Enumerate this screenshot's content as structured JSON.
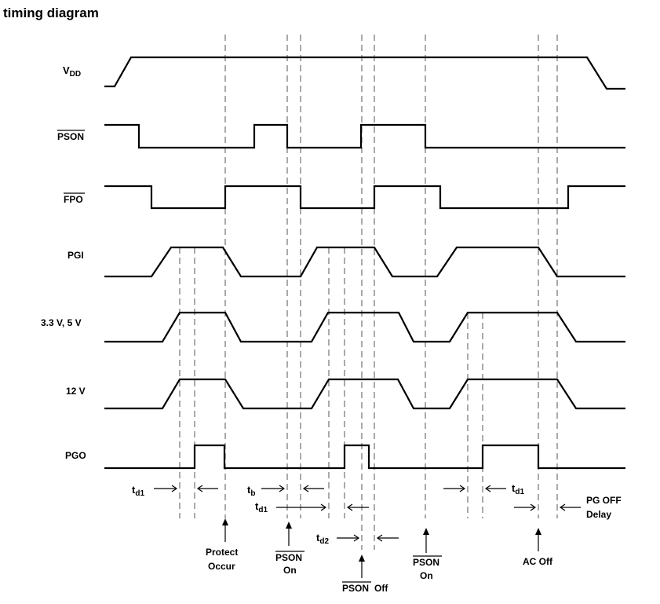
{
  "title": "timing diagram",
  "signals": {
    "vdd": {
      "main": "V",
      "sub": "DD"
    },
    "pson": "PSON",
    "fpo": "FPO",
    "pgi": "PGI",
    "v33v5": "3.3 V, 5 V",
    "v12": "12 V",
    "pgo": "PGO"
  },
  "timing_labels": {
    "td1_left": {
      "main": "t",
      "sub": "d1"
    },
    "tb": {
      "main": "t",
      "sub": "b"
    },
    "td1_mid": {
      "main": "t",
      "sub": "d1"
    },
    "td2": {
      "main": "t",
      "sub": "d2"
    },
    "td1_right": {
      "main": "t",
      "sub": "d1"
    },
    "pg_off_delay_line1": "PG OFF",
    "pg_off_delay_line2": "Delay"
  },
  "events": {
    "protect_line1": "Protect",
    "protect_line2": "Occur",
    "pson_on_1_line1": "PSON",
    "pson_on_1_line2": "On",
    "pson_off_line1": "PSON",
    "pson_off_line2": "Off",
    "pson_on_2_line1": "PSON",
    "pson_on_2_line2": "On",
    "ac_off": "AC Off"
  }
}
